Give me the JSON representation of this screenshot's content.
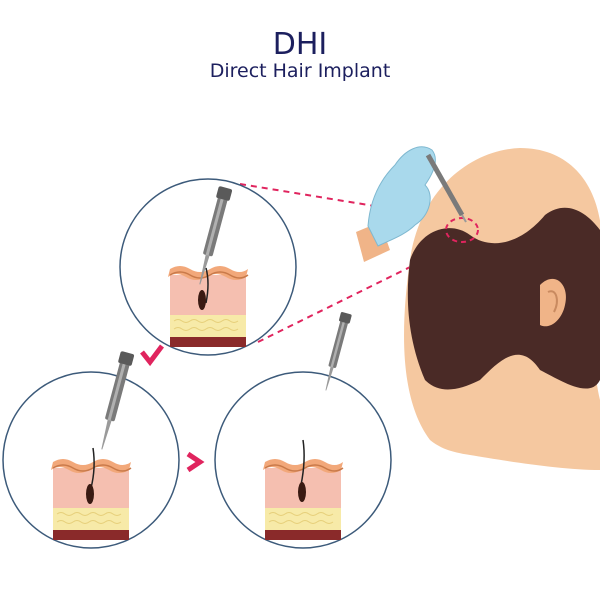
{
  "header": {
    "title": "DHI",
    "subtitle": "Direct Hair Implant"
  },
  "colors": {
    "title": "#1c1f5e",
    "circle": "#3c5a7a",
    "arrow": "#e0245e",
    "skin": "#f5c8a0",
    "hair": "#4a2a26",
    "glove": "#a9d9ec"
  },
  "steps": [
    {
      "id": "insert-implanter",
      "icon": "implanter-pen-in-skin"
    },
    {
      "id": "release-graft",
      "icon": "implanter-pen-with-graft"
    },
    {
      "id": "graft-implanted",
      "icon": "implanter-pen-withdrawn"
    }
  ]
}
